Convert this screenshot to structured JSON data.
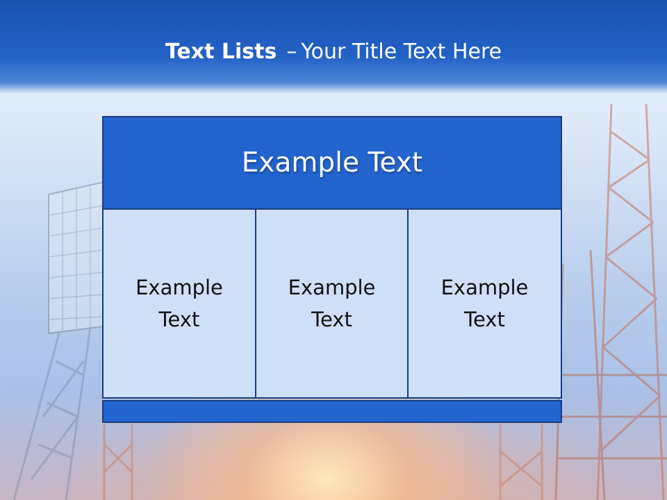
{
  "slide": {
    "title_bold": "Text Lists",
    "title_dash": "–",
    "title_rest": "Your Title Text Here"
  },
  "table": {
    "header": "Example Text",
    "cells": [
      {
        "line1": "Example",
        "line2": "Text"
      },
      {
        "line1": "Example",
        "line2": "Text"
      },
      {
        "line1": "Example",
        "line2": "Text"
      }
    ]
  },
  "colors": {
    "title_bar": "#1b52b0",
    "header_fill": "#2364cf",
    "cell_fill": "#cfdff7",
    "border": "#183e7f",
    "title_text": "#ffffff",
    "cell_text": "#111111"
  }
}
